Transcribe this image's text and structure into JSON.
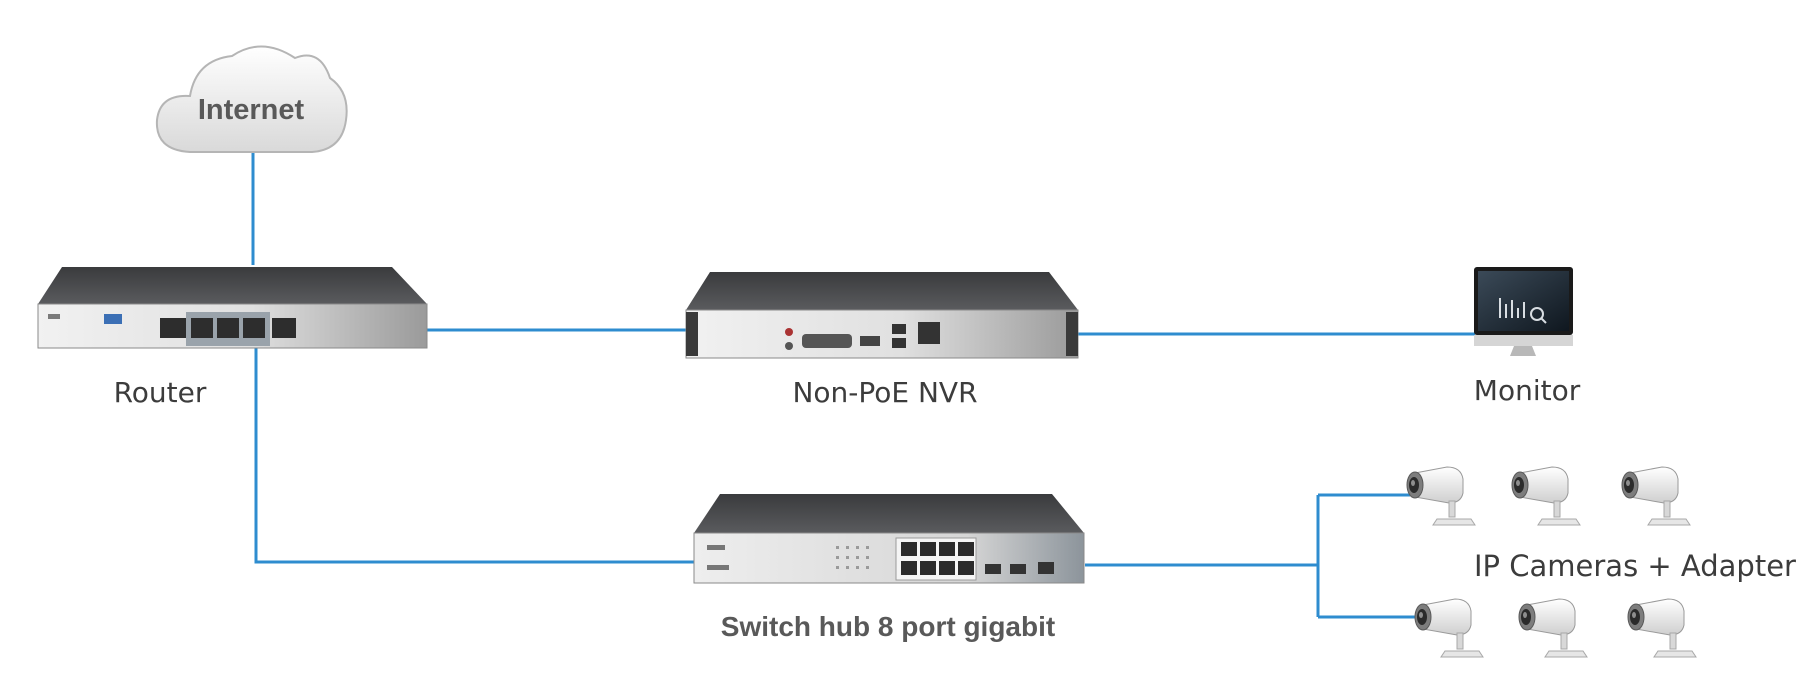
{
  "labels": {
    "internet": "Internet",
    "router": "Router",
    "nvr": "Non-PoE NVR",
    "monitor": "Monitor",
    "switch": "Switch hub 8 port gigabit",
    "cameras": "IP Cameras + Adapter"
  },
  "colors": {
    "link": "#2e8ccf",
    "device_top": "#4a4b4d",
    "device_front": "#dcdcdc",
    "label_text": "#3c3c3c",
    "bold_label_text": "#595959"
  },
  "icons": {
    "internet": "cloud-icon",
    "router": "router-icon",
    "nvr": "nvr-icon",
    "monitor": "monitor-icon",
    "switch": "switch-icon",
    "camera": "ip-camera-icon"
  }
}
